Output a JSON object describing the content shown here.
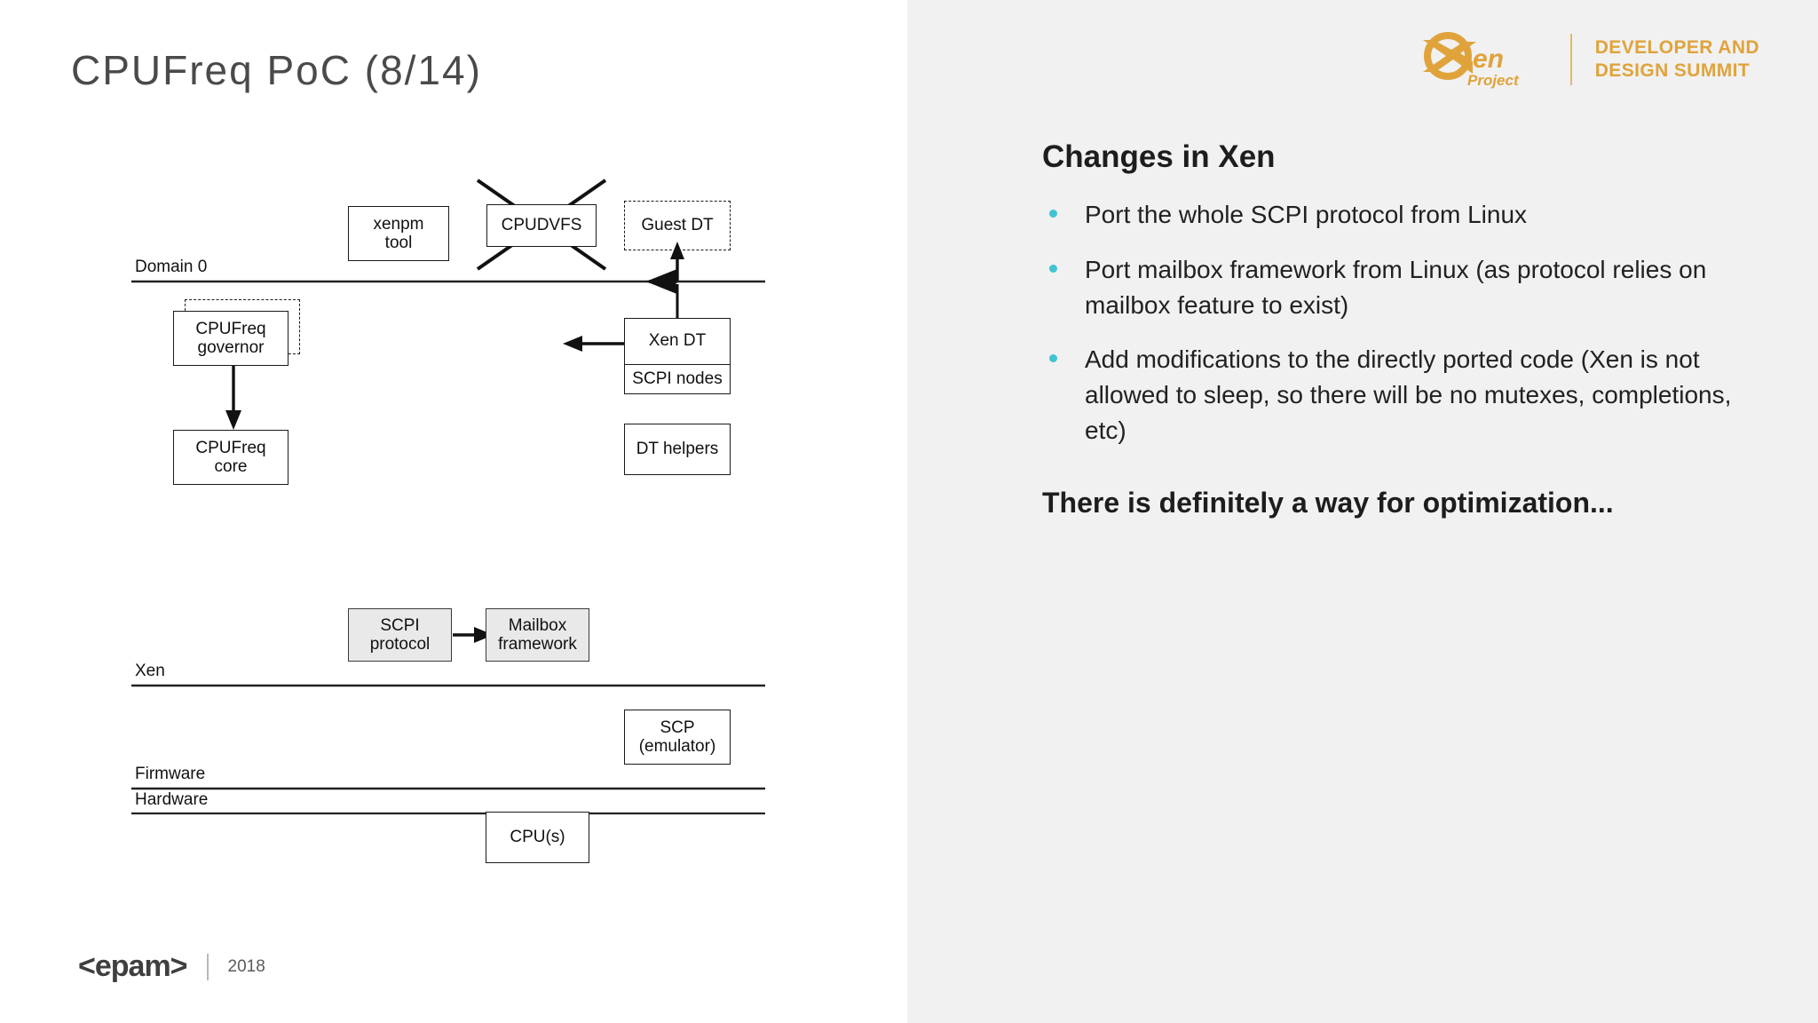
{
  "slide": {
    "title": "CPUFreq PoC (8/14)"
  },
  "diagram": {
    "boxes": {
      "xenpm_tool": "xenpm\ntool",
      "xenpm_tool_l1": "xenpm",
      "xenpm_tool_l2": "tool",
      "cpudvfs": "CPUDVFS",
      "guest_dt": "Guest DT",
      "cpufreq_governor_l1": "CPUFreq",
      "cpufreq_governor_l2": "governor",
      "cpufreq_core_l1": "CPUFreq",
      "cpufreq_core_l2": "core",
      "xen_dt": "Xen DT",
      "scpi_nodes": "SCPI nodes",
      "dt_helpers": "DT helpers",
      "scpi_protocol_l1": "SCPI",
      "scpi_protocol_l2": "protocol",
      "mailbox_framework_l1": "Mailbox",
      "mailbox_framework_l2": "framework",
      "scp_emulator_l1": "SCP",
      "scp_emulator_l2": "(emulator)",
      "cpus": "CPU(s)"
    },
    "layers": {
      "domain0": "Domain 0",
      "xen": "Xen",
      "firmware": "Firmware",
      "hardware": "Hardware"
    }
  },
  "footer": {
    "logo": "<epam>",
    "year": "2018"
  },
  "brand": {
    "logo_main": "Xen",
    "logo_sub": "Project",
    "line1": "DEVELOPER AND",
    "line2": "DESIGN SUMMIT",
    "accent_color": "#e0a33c"
  },
  "panel": {
    "heading": "Changes in Xen",
    "bullets": [
      "Port the whole SCPI protocol from Linux",
      "Port mailbox framework from Linux (as protocol relies on mailbox feature to exist)",
      "Add modifications to the directly ported code (Xen is not allowed to sleep, so there will be no mutexes, completions, etc)"
    ],
    "closing": "There is definitely a way for optimization...",
    "bullet_color": "#3fc4d4"
  }
}
